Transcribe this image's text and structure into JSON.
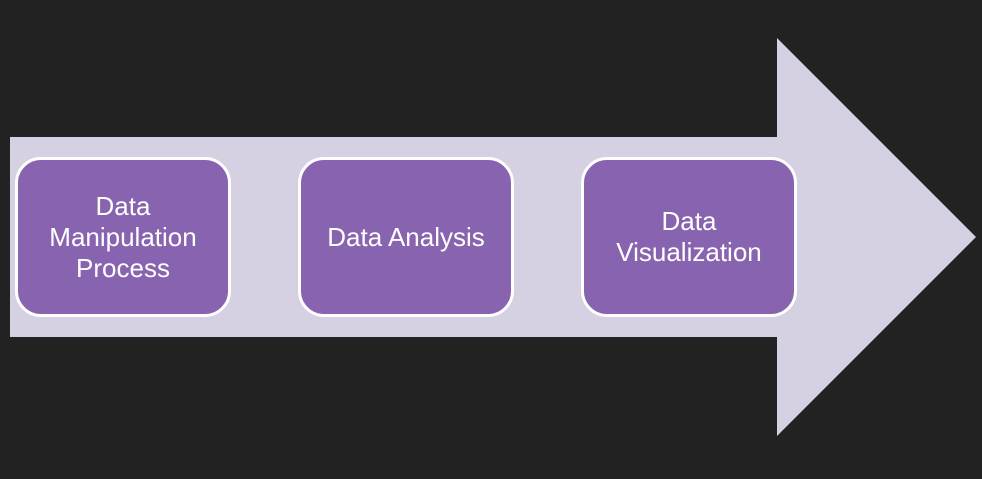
{
  "diagram": {
    "colors": {
      "background": "#222222",
      "arrow_fill": "#d6d0e3",
      "box_fill": "#8864b0",
      "box_border": "#ffffff",
      "text": "#ffffff"
    },
    "steps": [
      {
        "label": "Data\nManipulation\nProcess"
      },
      {
        "label": "Data Analysis"
      },
      {
        "label": "Data\nVisualization"
      }
    ]
  }
}
